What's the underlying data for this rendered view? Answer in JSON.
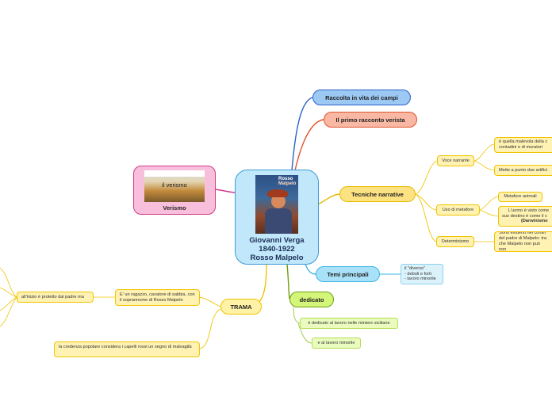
{
  "center": {
    "book_title_line1": "Rosso",
    "book_title_line2": "Malpelo",
    "name": "Giovanni Verga",
    "dates": "1840-1922",
    "subtitle": "Rosso Malpelo"
  },
  "verismo": {
    "image_caption": "il verismo",
    "label": "Verismo"
  },
  "branches": {
    "raccolta": "Raccolta in vita dei campi",
    "primo_racconto": "Il primo racconto verista",
    "tecniche": "Tecniche narrative",
    "temi": "Temi principali",
    "dedicato": "dedicato",
    "trama": "TRAMA"
  },
  "tecniche_children": {
    "voce_narrante": "Voce narrante",
    "voce_note1": "è quella malevola della c contadini e di muratori",
    "voce_note2": "Mette a punto due artifici",
    "uso_metafore": "Uso di metafore",
    "metafore_animali": "Metafore animali",
    "uomo_note_line1": "L'uomo è visto come",
    "uomo_note_line2": "suo destino è come il c",
    "uomo_note_line3": "(Darwinismo",
    "determinismo": "Determinismo",
    "determinismo_note": "Sono evidenti nel contin del padre di Malpelo: tra che Malpelo non può non"
  },
  "temi_children": {
    "diverso_line1": "il \"diverso\"",
    "diverso_line2": "- deboli e forti",
    "diverso_line3": "- lavoro minorile"
  },
  "dedicato_children": {
    "miniere": "è dedicato al lavoro nelle miniere siciliane",
    "minorile": "e al lavoro minorile"
  },
  "trama_children": {
    "ragazzo": "E' un ragazzo, cavatore di sabbia, con il soprannome di Rosso Malpelo",
    "protetto": "all'inizio è protetto dal padre ma",
    "credenza": "la credenza popolare considera i capelli rossi un segno di malvagità"
  }
}
